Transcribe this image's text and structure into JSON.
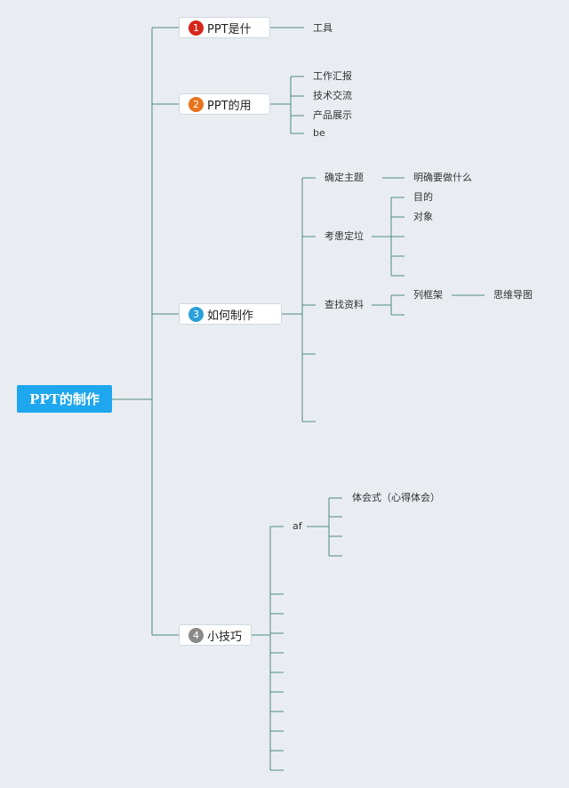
{
  "root": {
    "label": "PPT的制作",
    "color": "#1ea7ee"
  },
  "branches": [
    {
      "num": "1",
      "label": "PPT是什",
      "color": "#d7261b"
    },
    {
      "num": "2",
      "label": "PPT的用",
      "color": "#e8731e"
    },
    {
      "num": "3",
      "label": "如何制作",
      "color": "#2a9fd8"
    },
    {
      "num": "4",
      "label": "小技巧",
      "color": "#8a8a8a"
    }
  ],
  "b1": {
    "tool": "工具"
  },
  "b2": {
    "items": [
      "工作汇报",
      "技术交流",
      "产品展示",
      "be"
    ]
  },
  "b3": {
    "topic": "确定主题",
    "topic_child": "明确要做什么",
    "consider": "考患定垃",
    "consider_children": [
      "目的",
      "对象"
    ],
    "search": "查找资料",
    "search_child": "列框架",
    "search_grandchild": "思维导图"
  },
  "b4": {
    "af": "af",
    "af_child": "体会式（心得体会）"
  }
}
